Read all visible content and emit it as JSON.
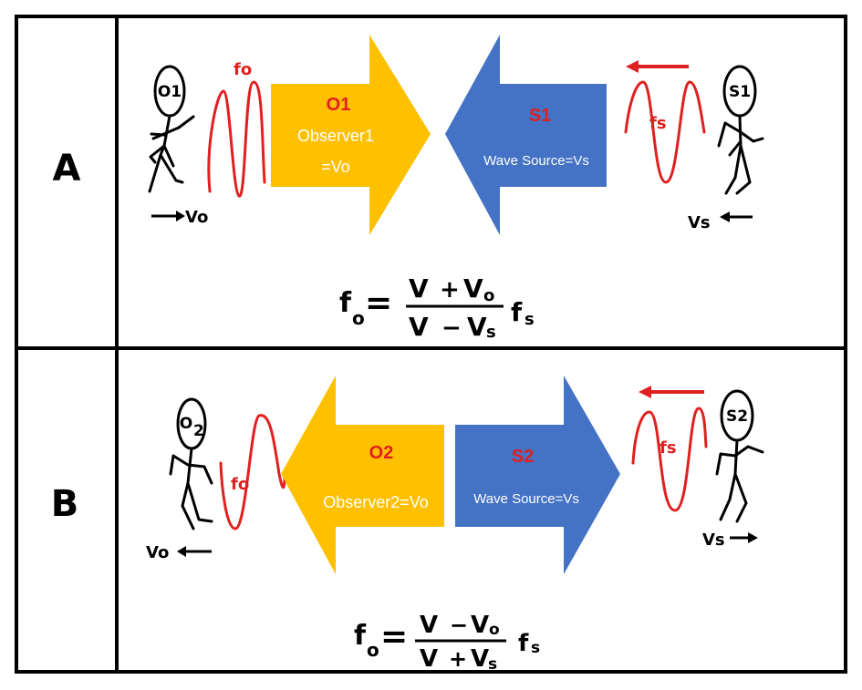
{
  "rows": [
    {
      "letter": "A",
      "observer_head": "O1",
      "observer_wave_label": "fo",
      "observer_velocity": "Vo",
      "source_head": "S1",
      "source_wave_label": "fs",
      "source_velocity": "Vs",
      "yellow_title": "O1",
      "yellow_line1": "Observer1",
      "yellow_line2": "=Vo",
      "blue_title": "S1",
      "blue_line1": "Wave Source=Vs",
      "formula": {
        "lhs": "f",
        "lhs_sub": "o",
        "eq": "=",
        "num_v": "V",
        "num_op": "+",
        "num_term": "V",
        "num_term_sub": "o",
        "den_v": "V",
        "den_op": "−",
        "den_term": "V",
        "den_term_sub": "s",
        "rhs": "f",
        "rhs_sub": "s"
      }
    },
    {
      "letter": "B",
      "observer_head": "O",
      "observer_head_sub": "2",
      "observer_wave_label": "fo",
      "observer_velocity": "Vo",
      "source_head": "S2",
      "source_wave_label": "fs",
      "source_velocity": "Vs",
      "yellow_title": "O2",
      "yellow_line1": "Observer2=Vo",
      "blue_title": "S2",
      "blue_line1": "Wave Source=Vs",
      "formula": {
        "lhs": "f",
        "lhs_sub": "o",
        "eq": "=",
        "num_v": "V",
        "num_op": "−",
        "num_term": "V",
        "num_term_sub": "o",
        "den_v": "V",
        "den_op": "+",
        "den_term": "V",
        "den_term_sub": "s",
        "rhs": "f",
        "rhs_sub": "s"
      }
    }
  ],
  "colors": {
    "yellow": "#FFC000",
    "blue": "#4472C4",
    "red": "#E02020",
    "text_on_arrow": "#FFFFFF"
  },
  "icons": {
    "person": "stick-figure-icon",
    "wave": "sine-wave-icon"
  }
}
